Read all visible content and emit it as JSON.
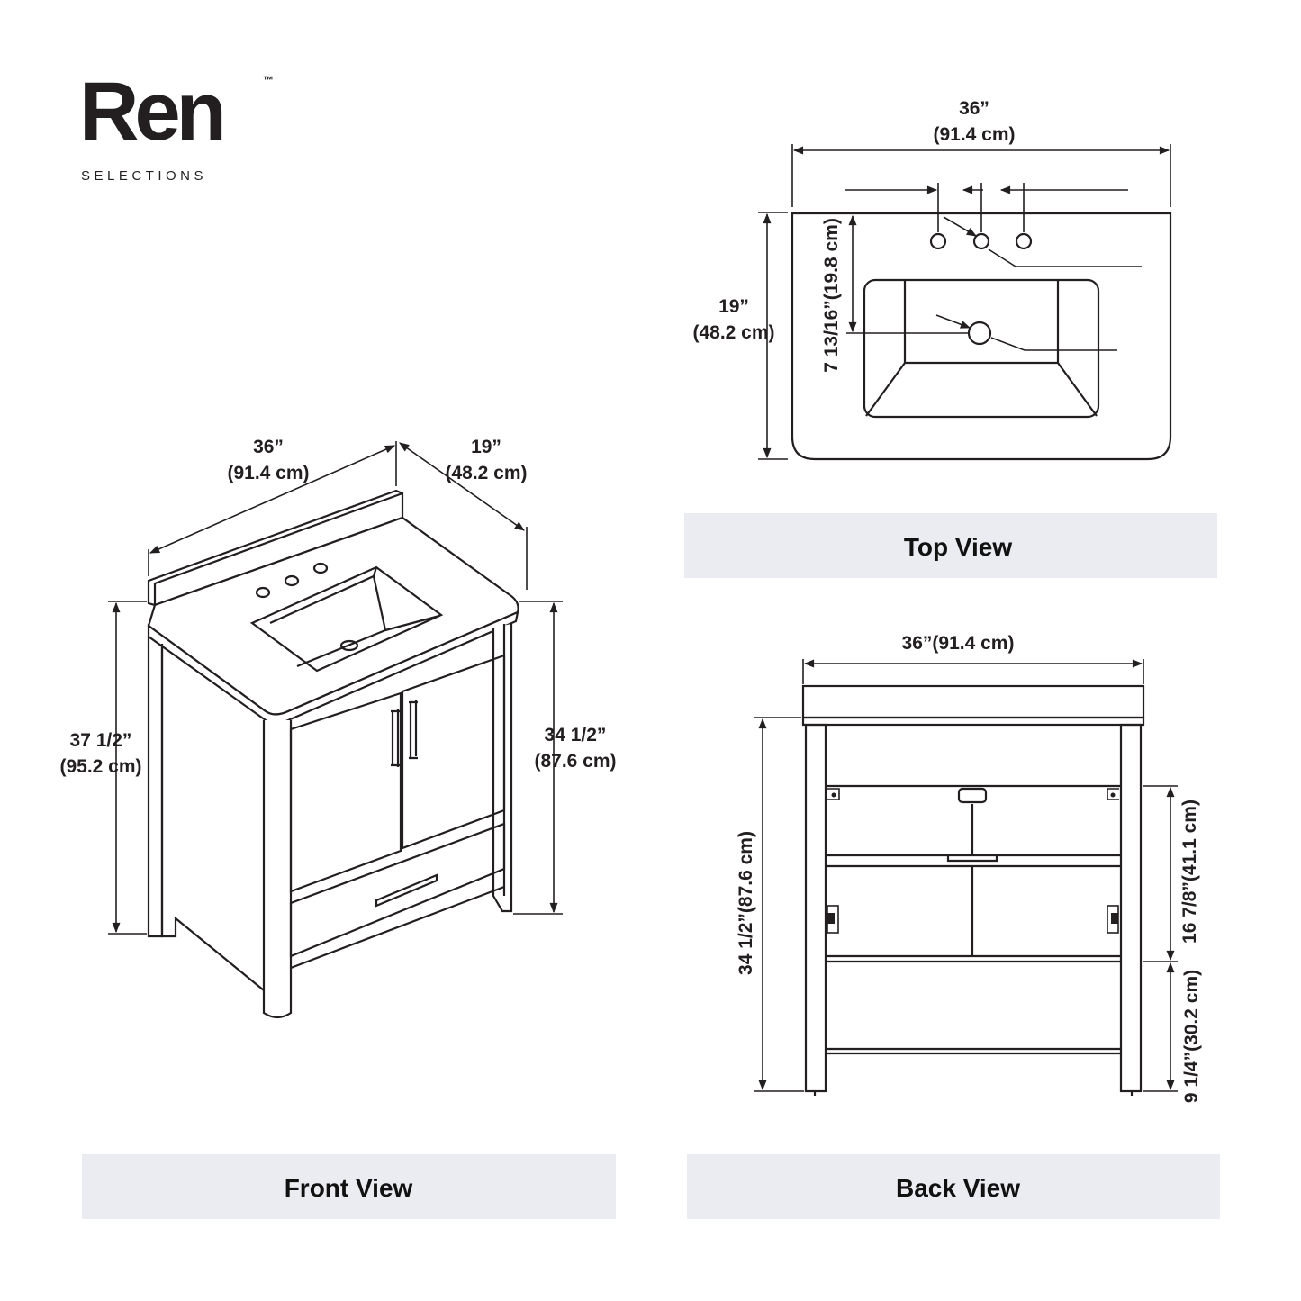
{
  "brand": {
    "name": "Ren",
    "trademark": "™",
    "subtitle": "SELECTIONS"
  },
  "top_view": {
    "label": "Top View",
    "width_in": "36”",
    "width_cm": "(91.4 cm)",
    "depth_in": "19”",
    "depth_cm": "(48.2 cm)",
    "drain_offset": "7 13/16”(19.8 cm)"
  },
  "front_view": {
    "label": "Front View",
    "width_in": "36”",
    "width_cm": "(91.4 cm)",
    "depth_in": "19”",
    "depth_cm": "(48.2 cm)",
    "total_height_in": "37 1/2”",
    "total_height_cm": "(95.2 cm)",
    "cabinet_height_in": "34 1/2”",
    "cabinet_height_cm": "(87.6 cm)"
  },
  "back_view": {
    "label": "Back View",
    "width": "36”(91.4 cm)",
    "height": "34 1/2”(87.6 cm)",
    "opening_height": "16 7/8”(41.1 cm)",
    "lower_height": "9 1/4”(30.2 cm)"
  },
  "colors": {
    "line": "#231f20",
    "label_bg": "#ebebf2"
  }
}
